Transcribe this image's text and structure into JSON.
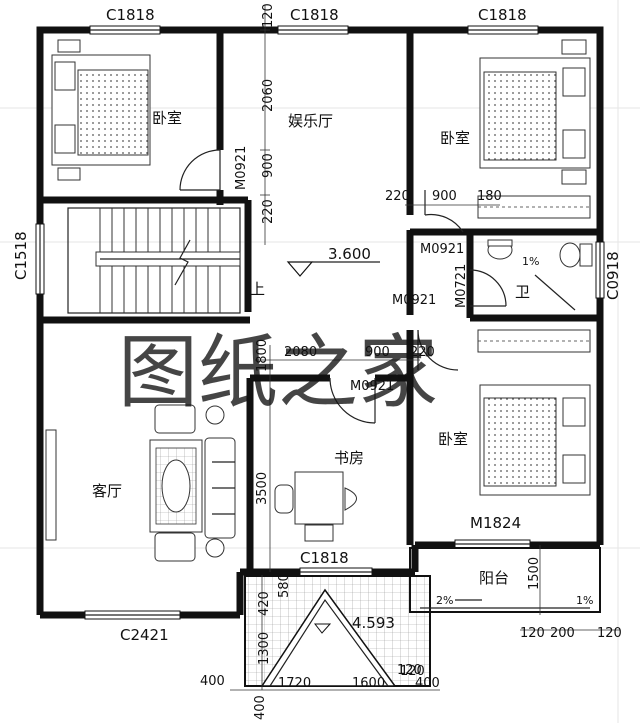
{
  "rooms": {
    "bedroom_nw": "卧室",
    "entertainment": "娱乐厅",
    "bedroom_ne": "卧室",
    "bathroom": "卫",
    "living_room": "客厅",
    "study": "书房",
    "bedroom_se": "卧室",
    "balcony": "阳台"
  },
  "windows": {
    "top_left": "C1818",
    "top_mid": "C1818",
    "top_right": "C1818",
    "left_stair": "C1518",
    "right_bath": "C0918",
    "study_bottom": "C1818",
    "living_bottom": "C2421"
  },
  "doors": {
    "m0921_vertical": "M0921",
    "m0921_bath_a": "M0921",
    "m0721": "M0721",
    "m0921_bath_b": "M0921",
    "m0921_study": "M0921",
    "m1824": "M1824"
  },
  "levels": {
    "floor": "3.600",
    "terrace": "4.593"
  },
  "dimensions": {
    "d120_top": "120",
    "d2060": "2060",
    "d900_v": "900",
    "d220_v": "220",
    "d220_a": "220",
    "d900_a": "900",
    "d180": "180",
    "d1800_v": "1800",
    "d2080": "2080",
    "d900_b": "900",
    "d220_b": "220",
    "d3500": "3500",
    "d580": "580",
    "d420": "420",
    "d1300": "1300",
    "d1500": "1500",
    "d120_r1": "120",
    "d120_r2": "120",
    "d200": "200",
    "d120_r3": "120",
    "d400_l": "400",
    "d1720": "1720",
    "d1600": "1600",
    "d120_b": "120",
    "d400_r": "400",
    "d400_bottom": "400"
  },
  "slopes": {
    "bath": "1%",
    "balcony_left": "2%",
    "balcony_right": "1%"
  },
  "stair_label": "上",
  "watermark": "图纸之家"
}
